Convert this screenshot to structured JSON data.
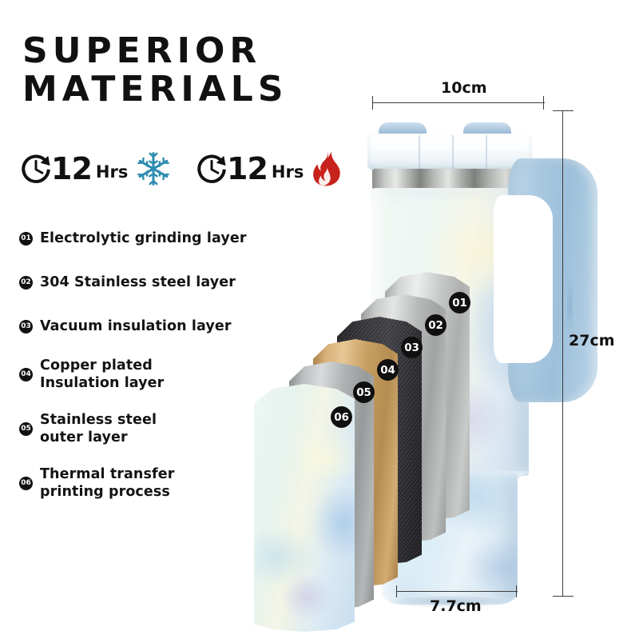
{
  "title": {
    "line1": "SUPERIOR",
    "line2": "MATERIALS"
  },
  "specs": [
    {
      "id": "cold",
      "duration": "12",
      "unit": "Hrs",
      "icon": "snowflake-icon",
      "icon_color": "#2E8DB0",
      "clock_icon": "clock-arrow-icon"
    },
    {
      "id": "hot",
      "duration": "12",
      "unit": "Hrs",
      "icon": "flame-icon",
      "icon_color": "#C8221C",
      "clock_icon": "clock-arrow-icon"
    }
  ],
  "features": [
    {
      "num": "01",
      "label": "Electrolytic grinding layer"
    },
    {
      "num": "02",
      "label": "304 Stainless steel layer"
    },
    {
      "num": "03",
      "label": "Vacuum insulation layer"
    },
    {
      "num": "04",
      "label": "Copper plated\nInsulation layer"
    },
    {
      "num": "05",
      "label": "Stainless steel\nouter layer"
    },
    {
      "num": "06",
      "label": "Thermal transfer\nprinting process"
    }
  ],
  "layers": [
    {
      "num": "01",
      "material": "silver",
      "color": "#C3C5C4"
    },
    {
      "num": "02",
      "material": "silver",
      "color": "#B4B7B6"
    },
    {
      "num": "03",
      "material": "black",
      "color": "#26262A"
    },
    {
      "num": "04",
      "material": "copper",
      "color": "#C9A067"
    },
    {
      "num": "05",
      "material": "silver",
      "color": "#A9ACAB"
    },
    {
      "num": "06",
      "material": "printed",
      "color": "#DCEDF0"
    }
  ],
  "dimensions": {
    "width_top": "10cm",
    "height": "27cm",
    "width_base": "7.7cm"
  },
  "product": {
    "handle_color": "#A9C8E0",
    "lid_tab_color": "#9DBCD6",
    "body_color": "#E9F3F3"
  }
}
